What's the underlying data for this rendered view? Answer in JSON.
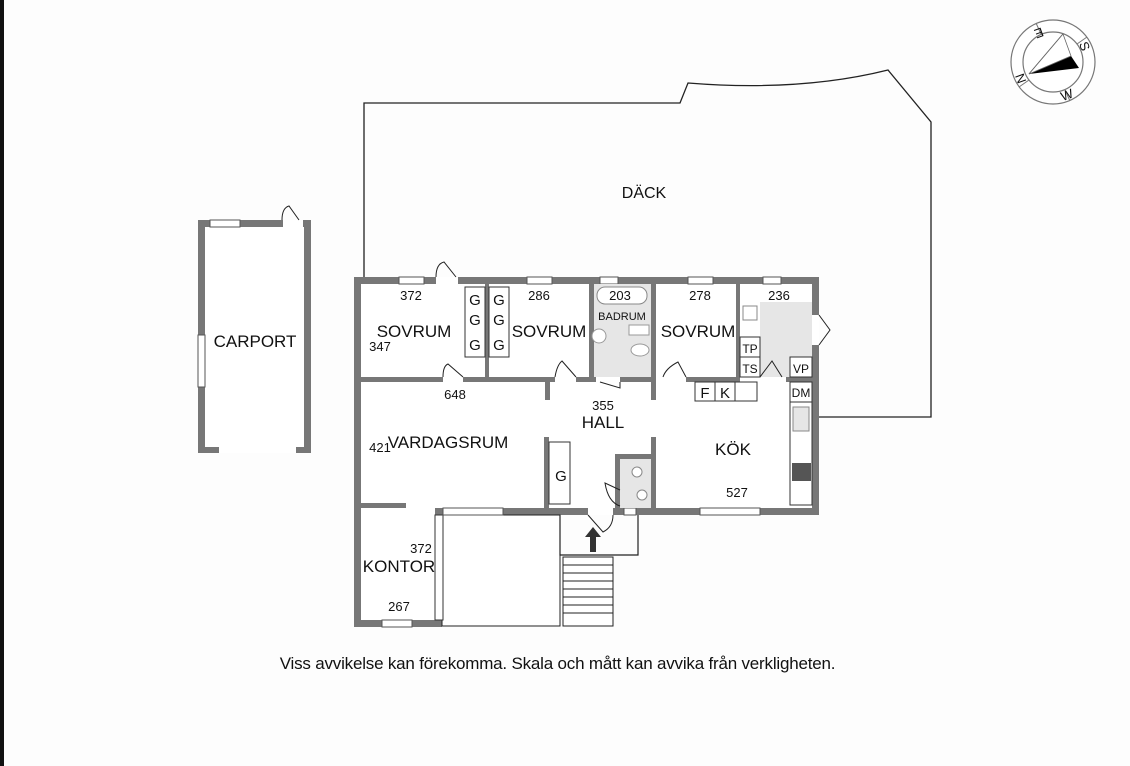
{
  "plan": {
    "rooms": {
      "deck": "DÄCK",
      "carport": "CARPORT",
      "bedroom1": {
        "name": "SOVRUM",
        "width": "372",
        "depth": "347"
      },
      "bedroom2": {
        "name": "SOVRUM",
        "width": "286"
      },
      "bathroom": {
        "name": "BADRUM",
        "width": "203"
      },
      "bedroom3": {
        "name": "SOVRUM",
        "width": "278"
      },
      "laundry": {
        "width": "236"
      },
      "living": {
        "name": "VARDAGSRUM",
        "width": "648",
        "depth": "421"
      },
      "hall": {
        "name": "HALL",
        "width": "355"
      },
      "kitchen": {
        "name": "KÖK",
        "width": "527"
      },
      "office": {
        "name": "KONTOR",
        "depth": "372",
        "width": "267"
      }
    },
    "fixtures": {
      "closet": "G",
      "fridge": "F",
      "freezer": "K",
      "dryer": "TP",
      "tumble": "TS",
      "heat_pump": "VP",
      "dishwasher": "DM"
    },
    "compass": {
      "n": "N",
      "e": "E",
      "s": "S",
      "w": "W"
    }
  },
  "disclaimer": "Viss avvikelse kan förekomma. Skala och mått kan avvika från verkligheten."
}
